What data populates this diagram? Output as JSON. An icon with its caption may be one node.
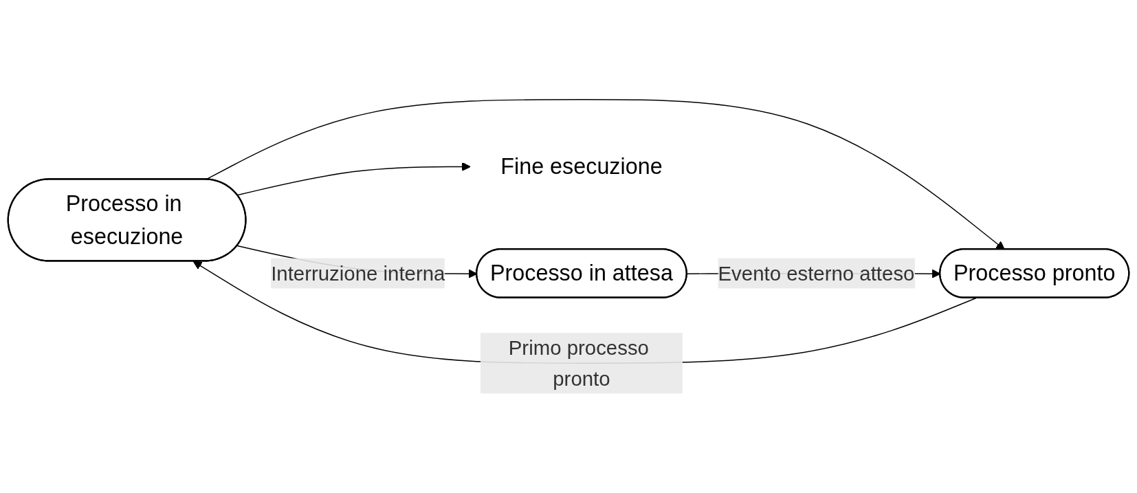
{
  "diagram": {
    "nodes": [
      {
        "text": [
          "Processo in esecuzione"
        ]
      },
      {
        "text": [
          "Processo pronto"
        ]
      },
      {
        "text": [
          "Processo in attesa"
        ]
      },
      {
        "text": [
          "Fine esecuzione"
        ]
      }
    ],
    "edges": [
      {
        "from": 0,
        "to": 1,
        "arrow": "to"
      },
      {
        "from": 1,
        "to": 0,
        "arrow": "to",
        "label": "Primo processo pronto"
      },
      {
        "from": 0,
        "to": 2,
        "arrow": "to",
        "label": "Interruzione interna"
      },
      {
        "from": 2,
        "to": 1,
        "arrow": "to",
        "label": "Evento esterno atteso"
      },
      {
        "from": 0,
        "to": 3,
        "arrow": "to"
      }
    ]
  }
}
